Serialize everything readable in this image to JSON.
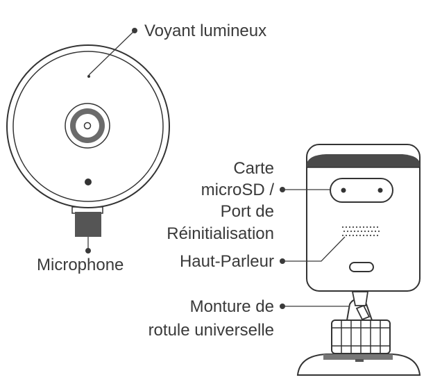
{
  "labels": {
    "indicator": "Voyant lumineux",
    "microphone": "Microphone",
    "microsd_line1": "Carte",
    "microsd_line2": "microSD /",
    "microsd_line3": "Port de",
    "microsd_line4": "Réinitialisation",
    "speaker": "Haut-Parleur",
    "mount_line1": "Monture de",
    "mount_line2": "rotule universelle"
  },
  "icons": {
    "front_view": "camera-front-icon",
    "side_view": "camera-side-icon"
  },
  "colors": {
    "line": "#3a3a3a",
    "lens_ring": "#6b6b6b",
    "stand": "#555555",
    "top_band": "#4a4a4a"
  }
}
